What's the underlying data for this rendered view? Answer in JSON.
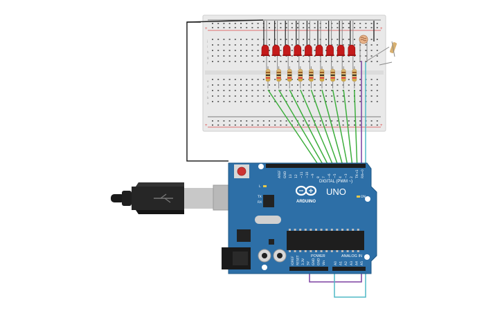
{
  "board": {
    "logo": "ARDUINO",
    "model": "UNO",
    "digital_label": "DIGITAL (PWM ~)",
    "power_label": "POWER",
    "analog_label": "ANALOG IN",
    "tx_label": "TX",
    "rx_label": "RX",
    "l_label": "L",
    "on_label": "ON",
    "digital_pins": [
      "AREF",
      "GND",
      "13",
      "12",
      "~11",
      "~10",
      "~9",
      "8",
      "7",
      "~6",
      "~5",
      "4",
      "~3",
      "2",
      "TX→1",
      "RX←0"
    ],
    "power_pins": [
      "IOREF",
      "RESET",
      "3.3V",
      "5V",
      "GND",
      "GND",
      "Vin"
    ],
    "analog_pins": [
      "A0",
      "A1",
      "A2",
      "A3",
      "A4",
      "A5"
    ]
  },
  "breadboard": {
    "row_letters_top": [
      "j",
      "i",
      "h",
      "g",
      "f"
    ],
    "row_letters_bottom": [
      "e",
      "d",
      "c",
      "b",
      "a"
    ],
    "rail_plus": "+",
    "rail_minus": "-"
  },
  "components": {
    "led_count": 9,
    "led_color": "#c41a1a",
    "resistor_count": 9,
    "photoresistor": "photoresistor-icon",
    "usb_cable": "usb-b-cable-icon"
  },
  "colors": {
    "board": "#2d6fa7",
    "signal_wires": "#3cae3c",
    "ground_wire": "#222222",
    "analog_wire": "#7b3fa0",
    "power_wire": "#4fb8c6"
  }
}
